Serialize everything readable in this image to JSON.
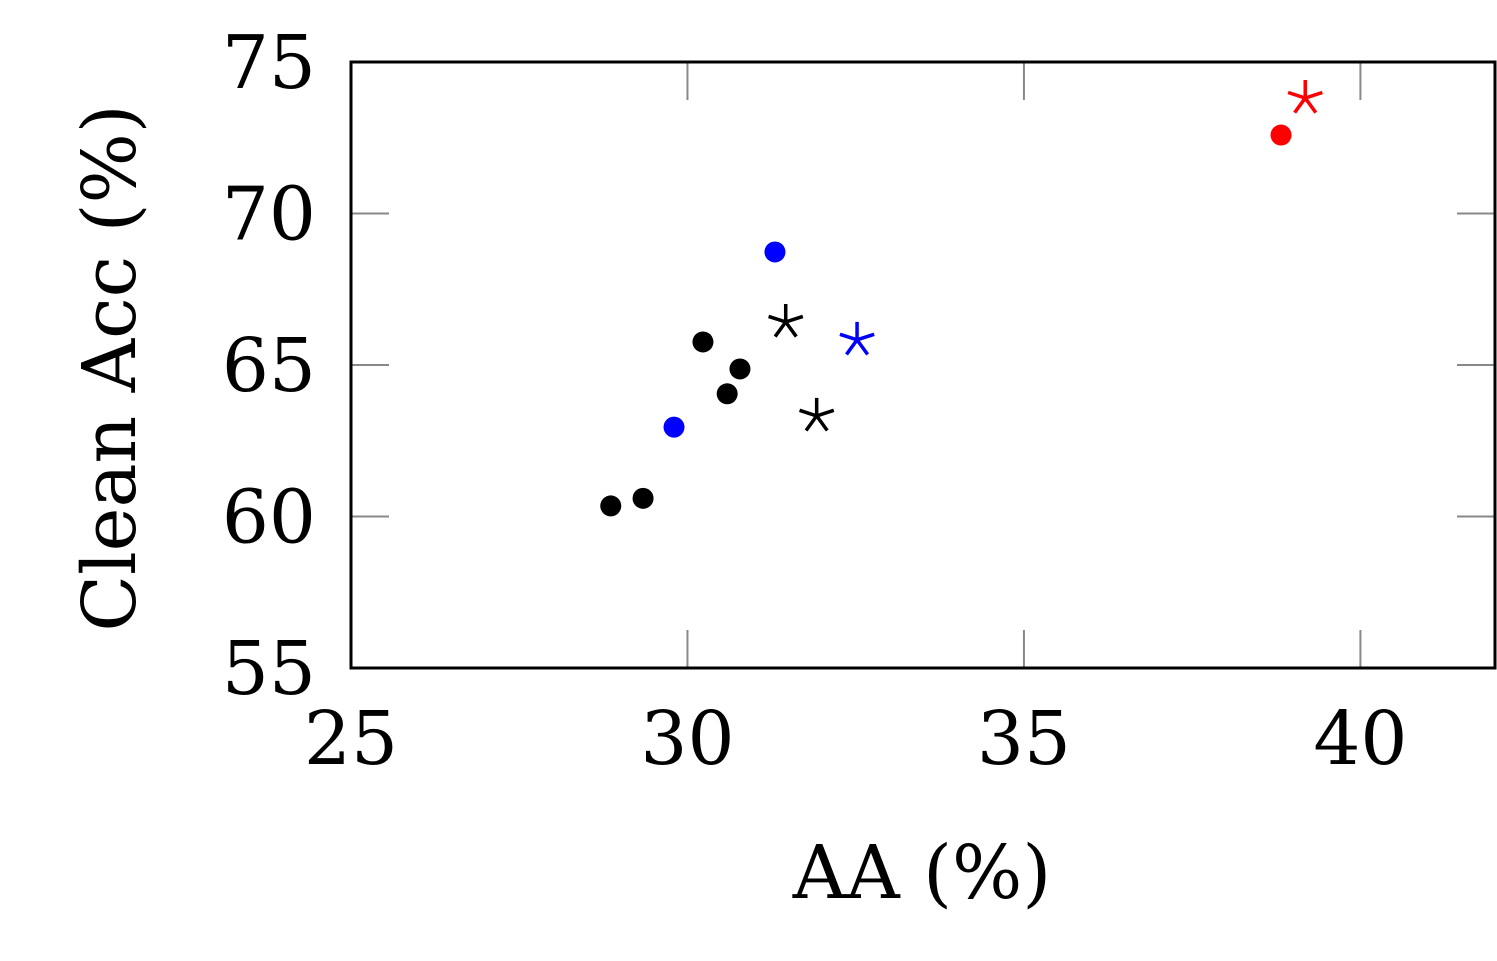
{
  "chart_data": {
    "type": "scatter",
    "title": "",
    "xlabel": "AA (%)",
    "ylabel": "Clean Acc (%)",
    "xlim": [
      25,
      42
    ],
    "ylim": [
      55,
      75
    ],
    "xticks": [
      25,
      30,
      35,
      40
    ],
    "yticks": [
      55,
      60,
      65,
      70,
      75
    ],
    "xtick_labels": [
      "25",
      "30",
      "35",
      "40"
    ],
    "ytick_labels": [
      "55",
      "60",
      "65",
      "70",
      "75"
    ],
    "grid": false,
    "series": [
      {
        "marker": "circle",
        "color": "#000000",
        "points": [
          [
            28.86,
            60.35
          ],
          [
            29.34,
            60.6
          ],
          [
            30.23,
            65.76
          ],
          [
            30.59,
            64.05
          ],
          [
            30.78,
            64.87
          ]
        ]
      },
      {
        "marker": "circle",
        "color": "#0000ff",
        "points": [
          [
            29.8,
            62.95
          ],
          [
            31.3,
            68.73
          ]
        ]
      },
      {
        "marker": "circle",
        "color": "#ff0000",
        "points": [
          [
            38.82,
            72.59
          ]
        ]
      },
      {
        "marker": "star",
        "color": "#000000",
        "points": [
          [
            31.46,
            66.42
          ],
          [
            31.92,
            63.32
          ]
        ]
      },
      {
        "marker": "star",
        "color": "#0000ff",
        "points": [
          [
            32.52,
            65.83
          ]
        ]
      },
      {
        "marker": "star",
        "color": "#ff0000",
        "points": [
          [
            39.18,
            73.81
          ]
        ]
      }
    ]
  }
}
